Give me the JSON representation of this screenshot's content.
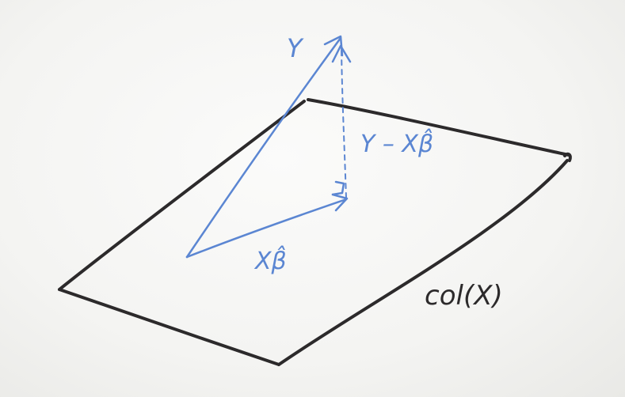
{
  "labels": {
    "y_vector": "Y",
    "residual": "Y – Xβ̂",
    "fitted": "Xβ̂",
    "plane": "col(X)"
  },
  "colors": {
    "black_ink": "#2c2a2b",
    "blue_ink": "#5b86d2"
  }
}
